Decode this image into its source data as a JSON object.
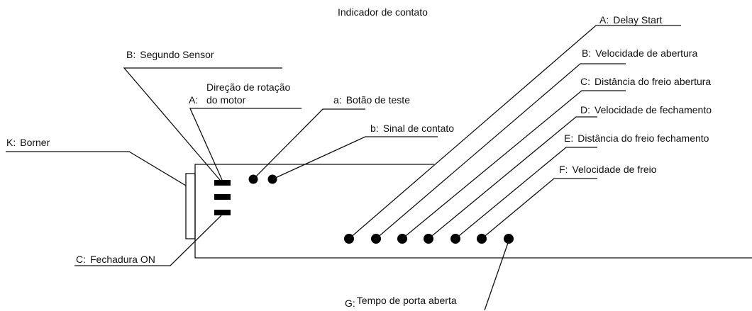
{
  "title": "Indicador de contato",
  "labels": {
    "delay_start": {
      "letter": "A:",
      "text": "Delay Start"
    },
    "vel_abertura": {
      "letter": "B:",
      "text": "Velocidade de abertura"
    },
    "dist_freio_abertura": {
      "letter": "C:",
      "text": "Distância do freio abertura"
    },
    "vel_fechamento": {
      "letter": "D:",
      "text": "Velocidade de fechamento"
    },
    "dist_freio_fechamento": {
      "letter": "E:",
      "text": "Distância do freio fechamento"
    },
    "vel_freio": {
      "letter": "F:",
      "text": "Velocidade de freio"
    },
    "tempo_porta": {
      "letter": "G:",
      "text": "Tempo de porta aberta"
    },
    "segundo_sensor": {
      "letter": "B:",
      "text": "Segundo Sensor"
    },
    "direcao_motor": {
      "letter": "A:",
      "line1": "Direção de rotação",
      "line2": "do motor"
    },
    "botao_teste": {
      "letter": "a:",
      "text": "Botão de teste"
    },
    "sinal_contato": {
      "letter": "b:",
      "text": "Sinal de contato"
    },
    "borner": {
      "letter": "K:",
      "text": "Borner"
    },
    "fechadura": {
      "letter": "C:",
      "text": "Fechadura ON"
    }
  }
}
